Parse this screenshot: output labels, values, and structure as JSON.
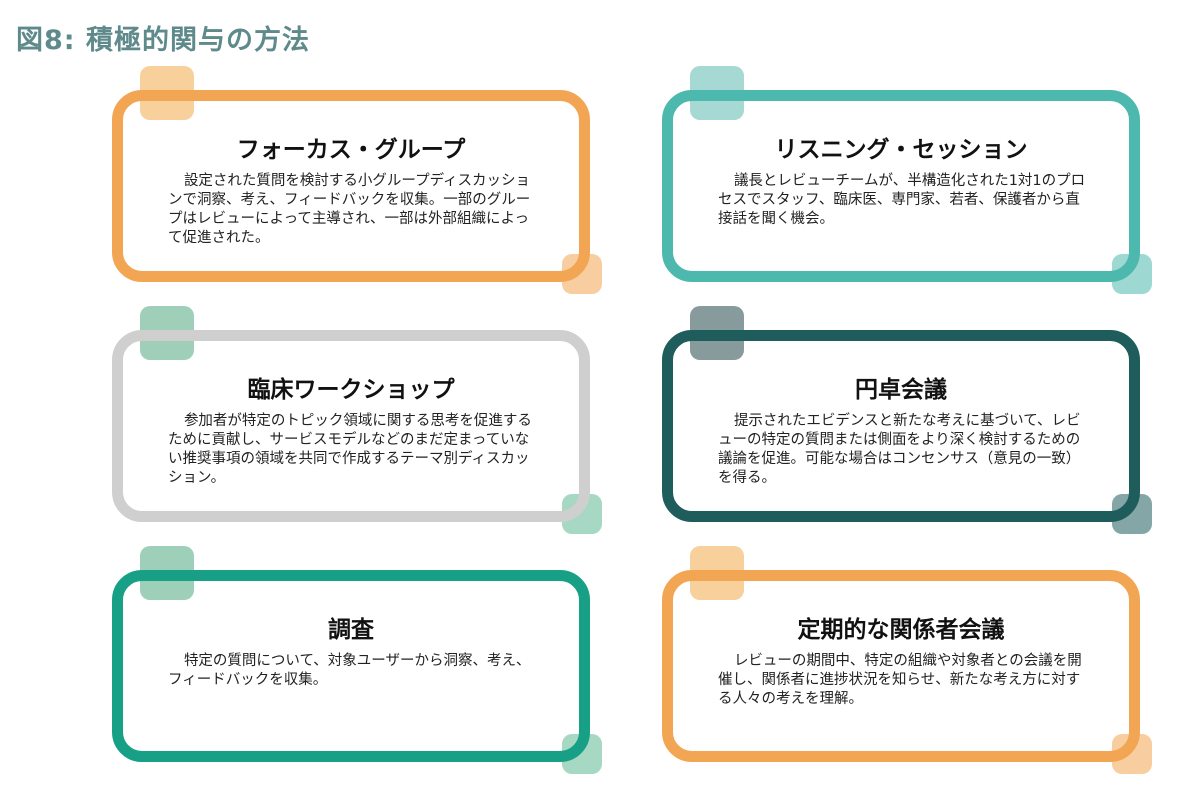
{
  "page": {
    "title": "図8: 積極的関与の方法"
  },
  "cards": [
    {
      "title": "フォーカス・グループ",
      "description": "設定された質問を検討する小グループディスカッションで洞察、考え、フィードバックを収集。一部のグループはレビューによって主導され、一部は外部組織によって促進された。",
      "color": "#f2a654",
      "accent_top": "#f8d09c",
      "accent_bottom": "#f2a654"
    },
    {
      "title": "リスニング・セッション",
      "description": "議長とレビューチームが、半構造化された1対1のプロセスでスタッフ、臨床医、専門家、若者、保護者から直接話を聞く機会。",
      "color": "#4cb8ae",
      "accent_top": "#a6d9d3",
      "accent_bottom": "#4cb8ae"
    },
    {
      "title": "臨床ワークショップ",
      "description": "参加者が特定のトピック領域に関する思考を促進するために貢献し、サービスモデルなどのまだ定まっていない推奨事項の領域を共同で作成するテーマ別ディスカッション。",
      "color": "#cfcfcf",
      "accent_top": "#9fcfb9",
      "accent_bottom": "#5cb891"
    },
    {
      "title": "円卓会議",
      "description": "提示されたエビデンスと新たな考えに基づいて、レビューの特定の質問または側面をより深く検討するための議論を促進。可能な場合はコンセンサス（意見の一致）を得る。",
      "color": "#1f5c5c",
      "accent_top": "#879a9c",
      "accent_bottom": "#1f5c5c"
    },
    {
      "title": "調査",
      "description": "特定の質問について、対象ユーザーから洞察、考え、フィードバックを収集。",
      "color": "#17a085",
      "accent_top": "#9dcfb9",
      "accent_bottom": "#5cb891"
    },
    {
      "title": "定期的な関係者会議",
      "description": "レビューの期間中、特定の組織や対象者との会議を開催し、関係者に進捗状況を知らせ、新たな考え方に対する人々の考えを理解。",
      "color": "#f2a654",
      "accent_top": "#f8d09c",
      "accent_bottom": "#f2a654"
    }
  ]
}
